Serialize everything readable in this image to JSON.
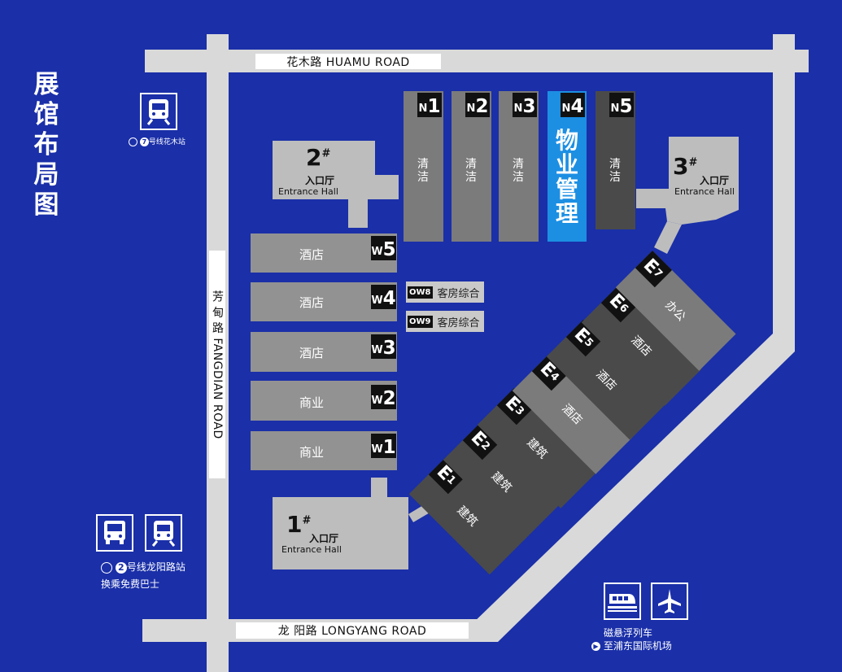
{
  "title": "展馆布局图",
  "roads": {
    "north": "花木路  HUAMU ROAD",
    "south": "龙 阳路  LONGYANG ROAD",
    "west": "芳 甸 路  FANGDIAN ROAD"
  },
  "colors": {
    "background": "#1a2fa8",
    "road": "#d9d9d9",
    "hall_dark": "#4a4a4a",
    "hall_mid": "#7b7b7b",
    "hall_light": "#929292",
    "highlight": "#1c8fe3",
    "entrance": "#bdbdbd"
  },
  "north_halls": [
    {
      "code": "N",
      "num": "1",
      "label": "清洁"
    },
    {
      "code": "N",
      "num": "2",
      "label": "清洁"
    },
    {
      "code": "N",
      "num": "3",
      "label": "清洁"
    },
    {
      "code": "N",
      "num": "4",
      "label": "物业管理"
    },
    {
      "code": "N",
      "num": "5",
      "label": "清洁"
    }
  ],
  "west_halls": [
    {
      "code": "W",
      "num": "5",
      "label": "酒店"
    },
    {
      "code": "W",
      "num": "4",
      "label": "酒店"
    },
    {
      "code": "W",
      "num": "3",
      "label": "酒店"
    },
    {
      "code": "W",
      "num": "2",
      "label": "商业"
    },
    {
      "code": "W",
      "num": "1",
      "label": "商业"
    }
  ],
  "ow_rooms": [
    {
      "tag": "OW8",
      "label": "客房综合"
    },
    {
      "tag": "OW9",
      "label": "客房综合"
    }
  ],
  "east_halls": [
    {
      "code": "E",
      "num": "1",
      "label": "建筑"
    },
    {
      "code": "E",
      "num": "2",
      "label": "建筑"
    },
    {
      "code": "E",
      "num": "3",
      "label": "建筑"
    },
    {
      "code": "E",
      "num": "4",
      "label": "酒店"
    },
    {
      "code": "E",
      "num": "5",
      "label": "酒店"
    },
    {
      "code": "E",
      "num": "6",
      "label": "酒店"
    },
    {
      "code": "E",
      "num": "7",
      "label": "办公"
    }
  ],
  "entrances": [
    {
      "num": "1",
      "mark": "#",
      "cn": "入口厅",
      "en": "Entrance Hall"
    },
    {
      "num": "2",
      "mark": "#",
      "cn": "入口厅",
      "en": "Entrance Hall"
    },
    {
      "num": "3",
      "mark": "#",
      "cn": "入口厅",
      "en": "Entrance Hall"
    }
  ],
  "transit": {
    "metro7": {
      "line": "7",
      "text": "号线花木站",
      "icon": "metro-train-icon"
    },
    "metro2": {
      "line": "2",
      "text": "号线龙阳路站",
      "sub": "换乘免费巴士",
      "icons": [
        "bus-icon",
        "metro-train-icon"
      ]
    },
    "maglev": {
      "text": "磁悬浮列车",
      "sub": "至浦东国际机场",
      "icons": [
        "maglev-train-icon",
        "airplane-icon"
      ]
    }
  }
}
